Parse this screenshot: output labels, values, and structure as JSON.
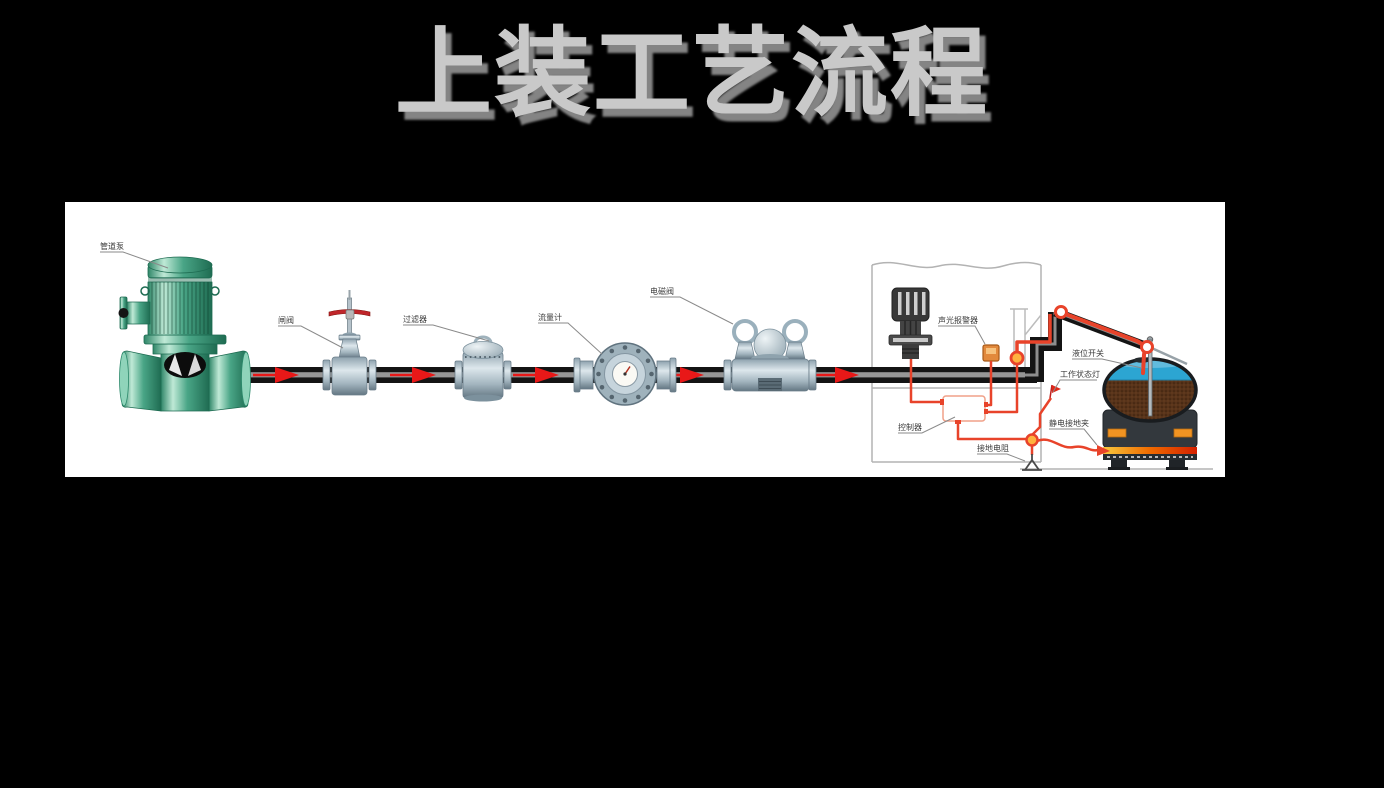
{
  "title": "上装工艺流程",
  "diagram": {
    "flow_direction": "left-to-right",
    "arrow_count": 5,
    "labels": {
      "pump": "管道泵",
      "gate_valve": "闸阀",
      "filter": "过滤器",
      "flow_meter": "流量计",
      "solenoid_valve": "电磁阀",
      "alarm": "声光报警器",
      "level_switch": "液位开关",
      "status_light": "工作状态灯",
      "controller": "控制器",
      "static_grounding_clamp": "静电接地夹",
      "grounding_resistance": "接地电阻"
    },
    "colors": {
      "background": "#000000",
      "panel": "#ffffff",
      "pump_green": "#49a586",
      "pipe": "#141414",
      "flow_arrow_red": "#e81818",
      "signal_wire_red": "#e8432a",
      "alarm_orange": "#e2893c",
      "tank_vapor_blue": "#2ca5d2",
      "tank_liquid_brown": "#57331a",
      "title_gray": "#c9c9c9"
    }
  }
}
